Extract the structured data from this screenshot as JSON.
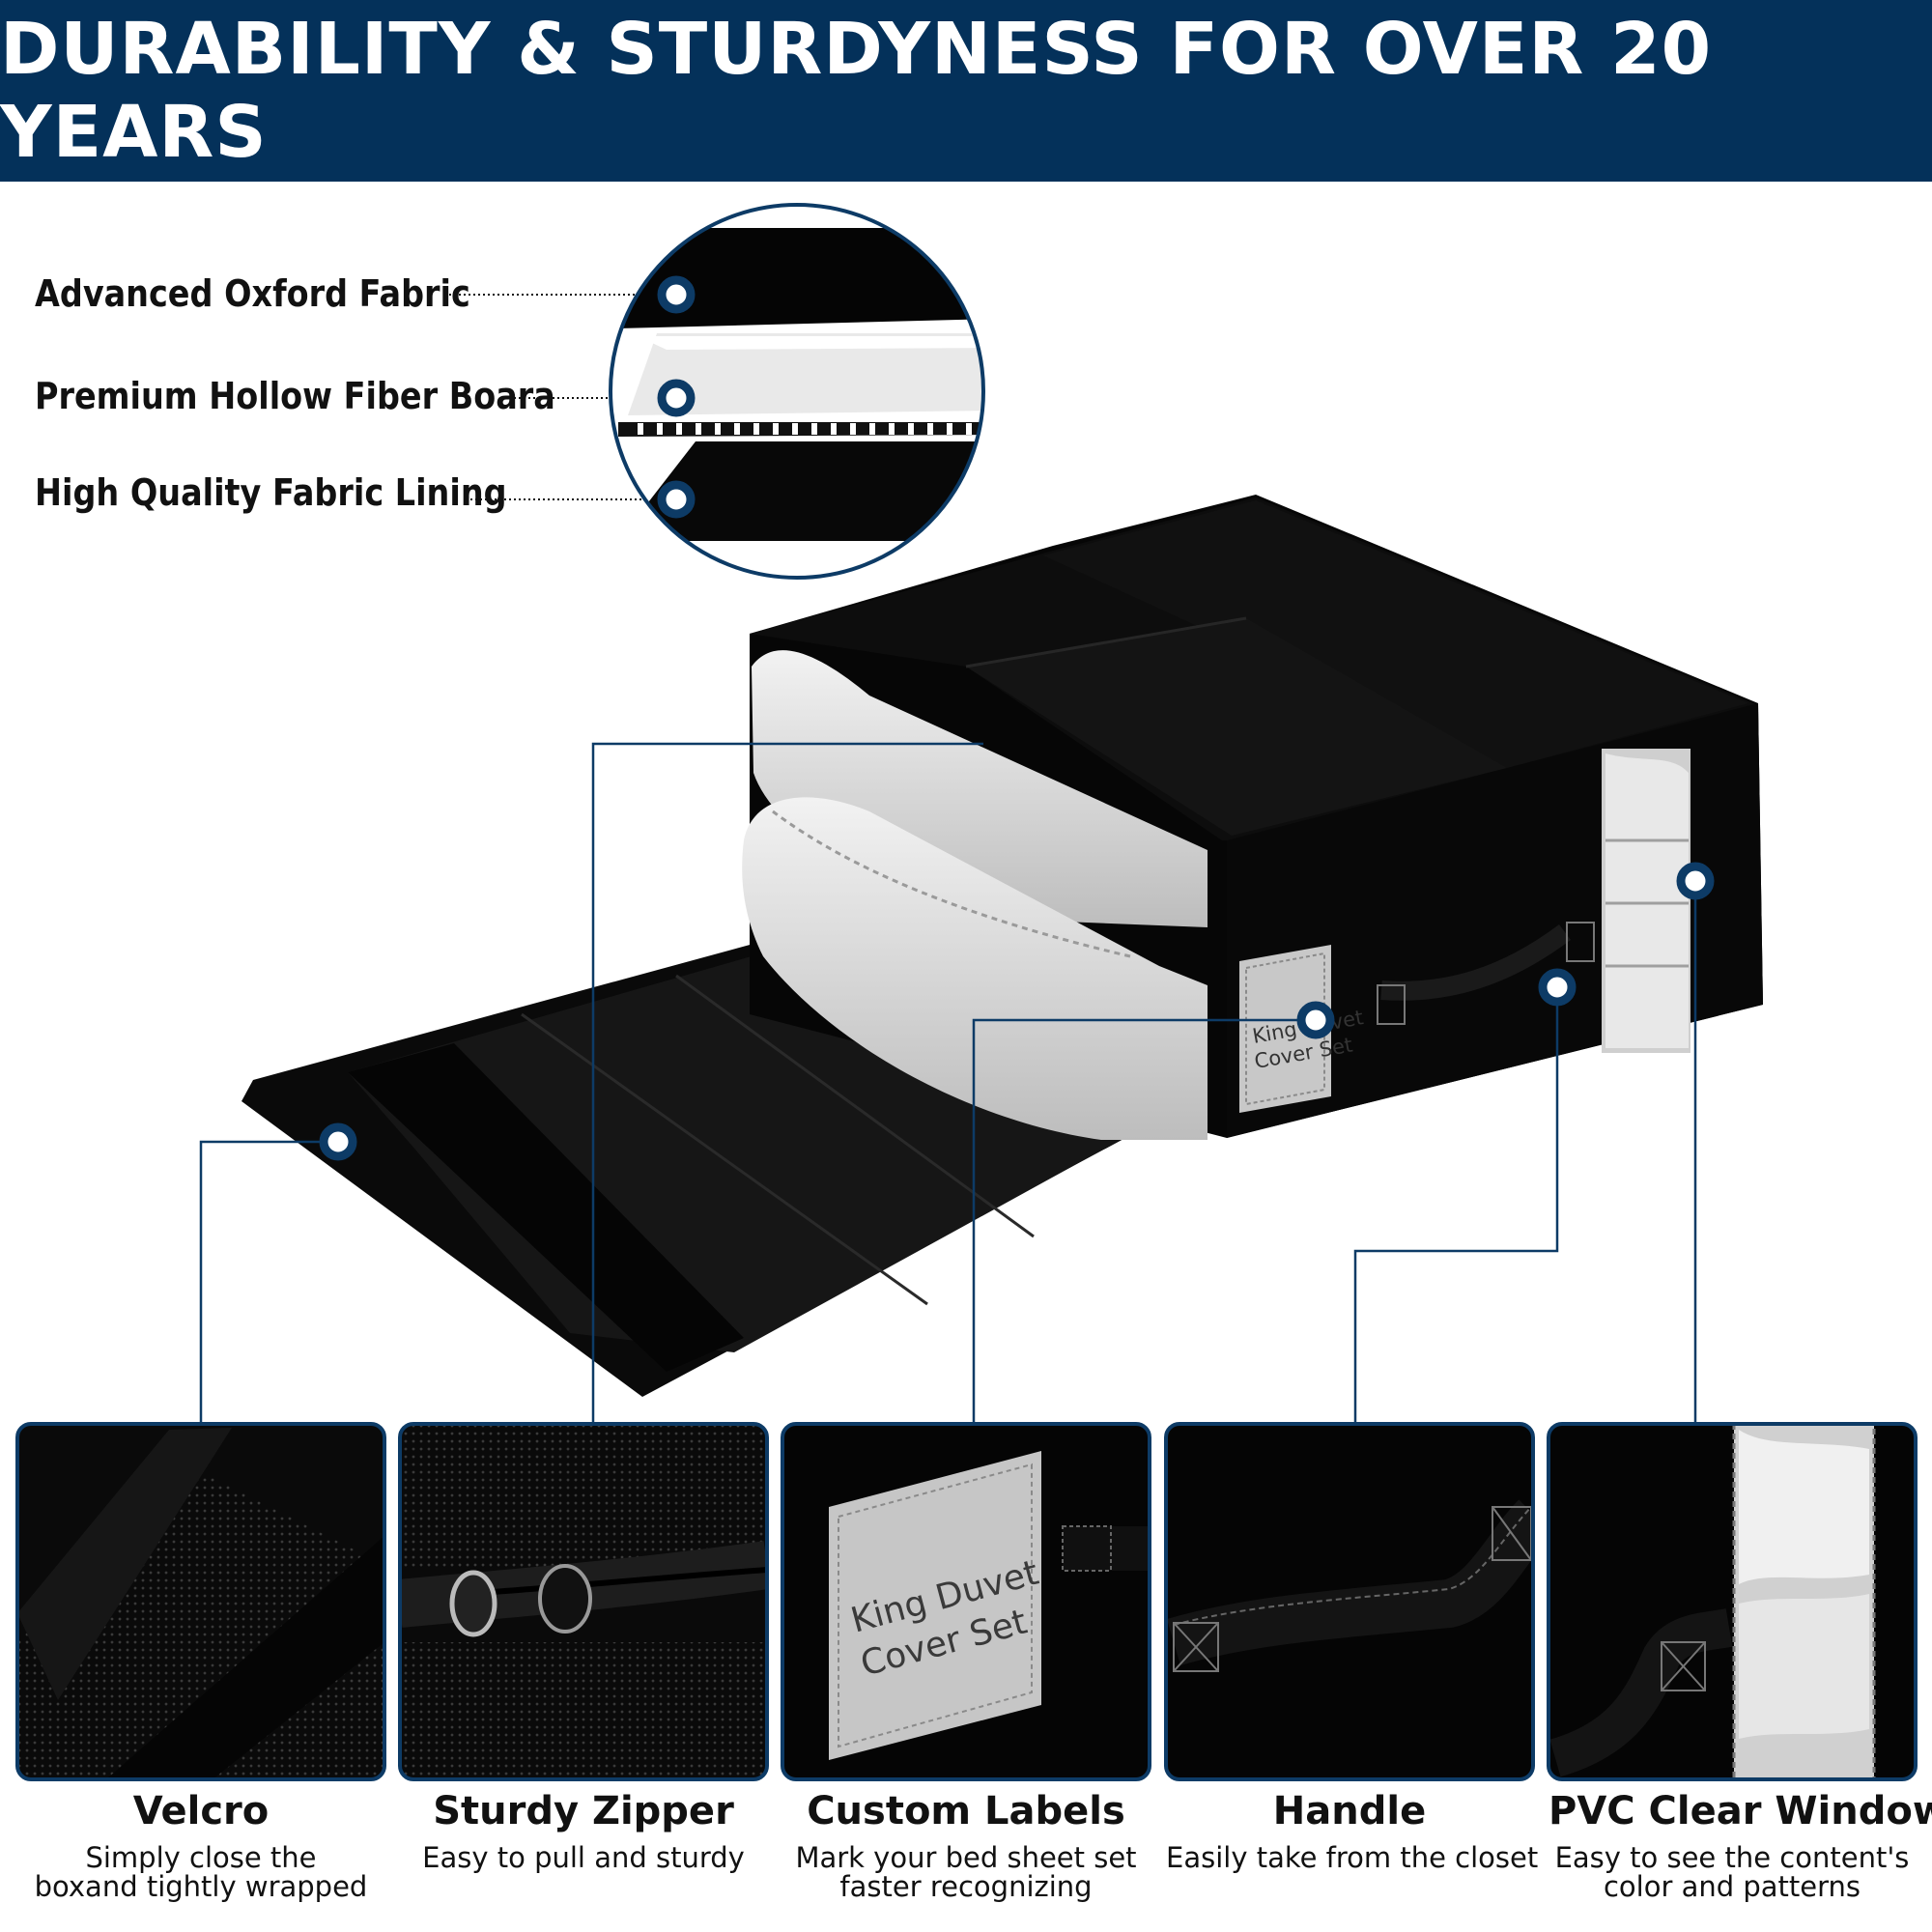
{
  "header": {
    "title": "DURABILITY & STURDYNESS FOR OVER 20 YEARS"
  },
  "layers": [
    {
      "label": "Advanced Oxford Fabric"
    },
    {
      "label": "Premium Hollow Fiber Boara"
    },
    {
      "label": "High Quality Fabric Lining"
    }
  ],
  "product_label": {
    "line1": "King Duvet",
    "line2": "Cover Set",
    "small_line1": "King Duvet",
    "small_line2": "Cover Set"
  },
  "features": [
    {
      "title": "Velcro",
      "desc_line1": "Simply close the",
      "desc_line2": "boxand tightly wrapped"
    },
    {
      "title": "Sturdy Zipper",
      "desc_line1": "Easy to pull and sturdy",
      "desc_line2": ""
    },
    {
      "title": "Custom Labels",
      "desc_line1": "Mark your bed sheet set",
      "desc_line2": "faster recognizing"
    },
    {
      "title": "Handle",
      "desc_line1": "Easily take from the closet",
      "desc_line2": ""
    },
    {
      "title": "PVC Clear Window",
      "desc_line1": "Easy to see the content's",
      "desc_line2": "color and patterns"
    }
  ],
  "colors": {
    "header_bg": "#04315a",
    "accent": "#0d3b66",
    "product": "#050505"
  }
}
